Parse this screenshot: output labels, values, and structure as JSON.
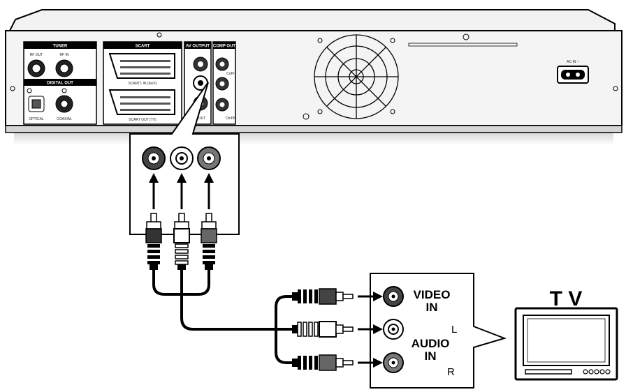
{
  "panel": {
    "tuner": "TUNER",
    "rf_out": "RF OUT",
    "rf_in": "RF IN",
    "digital_out": "DIGITAL OUT",
    "optical": "OPTICAL",
    "coaxial": "COAXIAL",
    "scart": "SCART",
    "scart1": "SCART1 IN (AUX)",
    "scart2": "SCART OUT (TV)",
    "av_output": "AV OUTPUT",
    "video_out": "OUT",
    "comp_out": "COMP OUT",
    "comp_cr": "Cr/Pr",
    "comp_cb": "Cb/Pb",
    "ac_in": "AC IN ~"
  },
  "tv": {
    "title": "T V",
    "video_in_1": "VIDEO",
    "video_in_2": "IN",
    "audio_in_1": "AUDIO",
    "audio_in_2": "IN",
    "left": "L",
    "right": "R"
  }
}
